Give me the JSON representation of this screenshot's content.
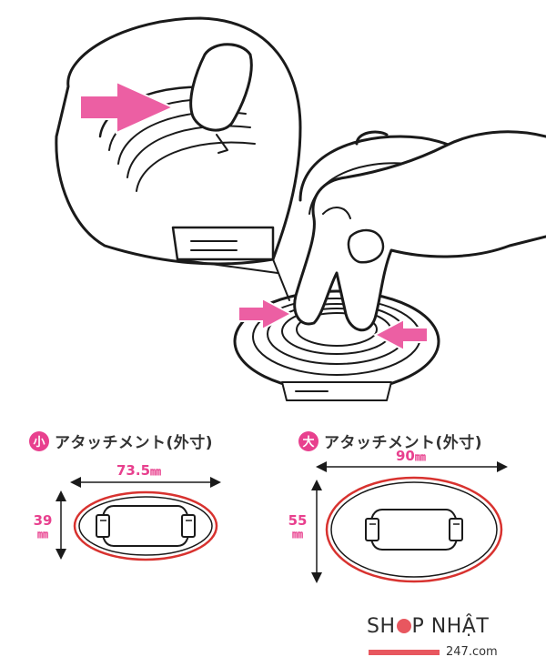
{
  "colors": {
    "accent_pink": "#e8408e",
    "arrow_pink": "#ec5fa3",
    "outline_red": "#d8322f",
    "line": "#1a1a1a",
    "logo_red": "#e8575f"
  },
  "small_attachment": {
    "badge": "小",
    "label": "アタッチメント(外寸)",
    "width_value": "73.5",
    "width_unit": "㎜",
    "height_value": "39",
    "height_unit": "㎜"
  },
  "large_attachment": {
    "badge": "大",
    "label": "アタッチメント(外寸)",
    "width_value": "90",
    "width_unit": "㎜",
    "height_value": "55",
    "height_unit": "㎜"
  },
  "logo": {
    "part1": "SH",
    "part2": "P NHẬT",
    "sub": "247.com"
  }
}
